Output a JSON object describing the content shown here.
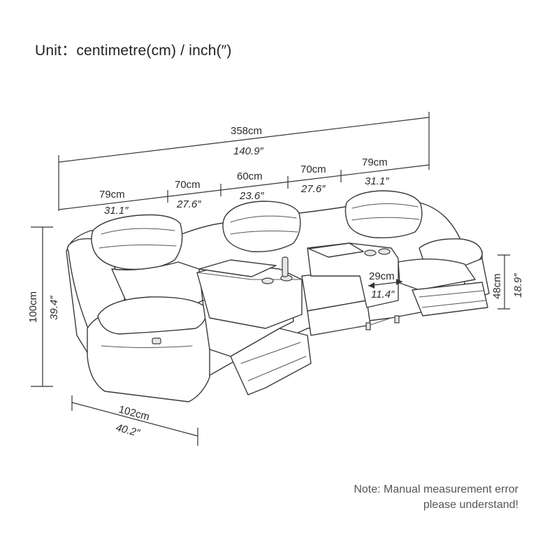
{
  "header": {
    "unit_text": "Unit：centimetre(cm) / inch(″)"
  },
  "dimensions": {
    "total_length": {
      "cm": "358cm",
      "inch": "140.9″"
    },
    "segments": [
      {
        "cm": "79cm",
        "inch": "31.1″"
      },
      {
        "cm": "70cm",
        "inch": "27.6″"
      },
      {
        "cm": "60cm",
        "inch": "23.6″"
      },
      {
        "cm": "70cm",
        "inch": "27.6″"
      },
      {
        "cm": "79cm",
        "inch": "31.1″"
      }
    ],
    "height": {
      "cm": "100cm",
      "inch": "39.4″"
    },
    "depth": {
      "cm": "102cm",
      "inch": "40.2″"
    },
    "seat_height": {
      "cm": "48cm",
      "inch": "18.9″"
    },
    "console_width": {
      "cm": "29cm",
      "inch": "11.4″"
    }
  },
  "note": {
    "line1": "Note: Manual measurement error",
    "line2": "please understand!"
  },
  "illustration": {
    "subject": "sofa-sketch",
    "stroke_color": "#3a3a3a"
  }
}
